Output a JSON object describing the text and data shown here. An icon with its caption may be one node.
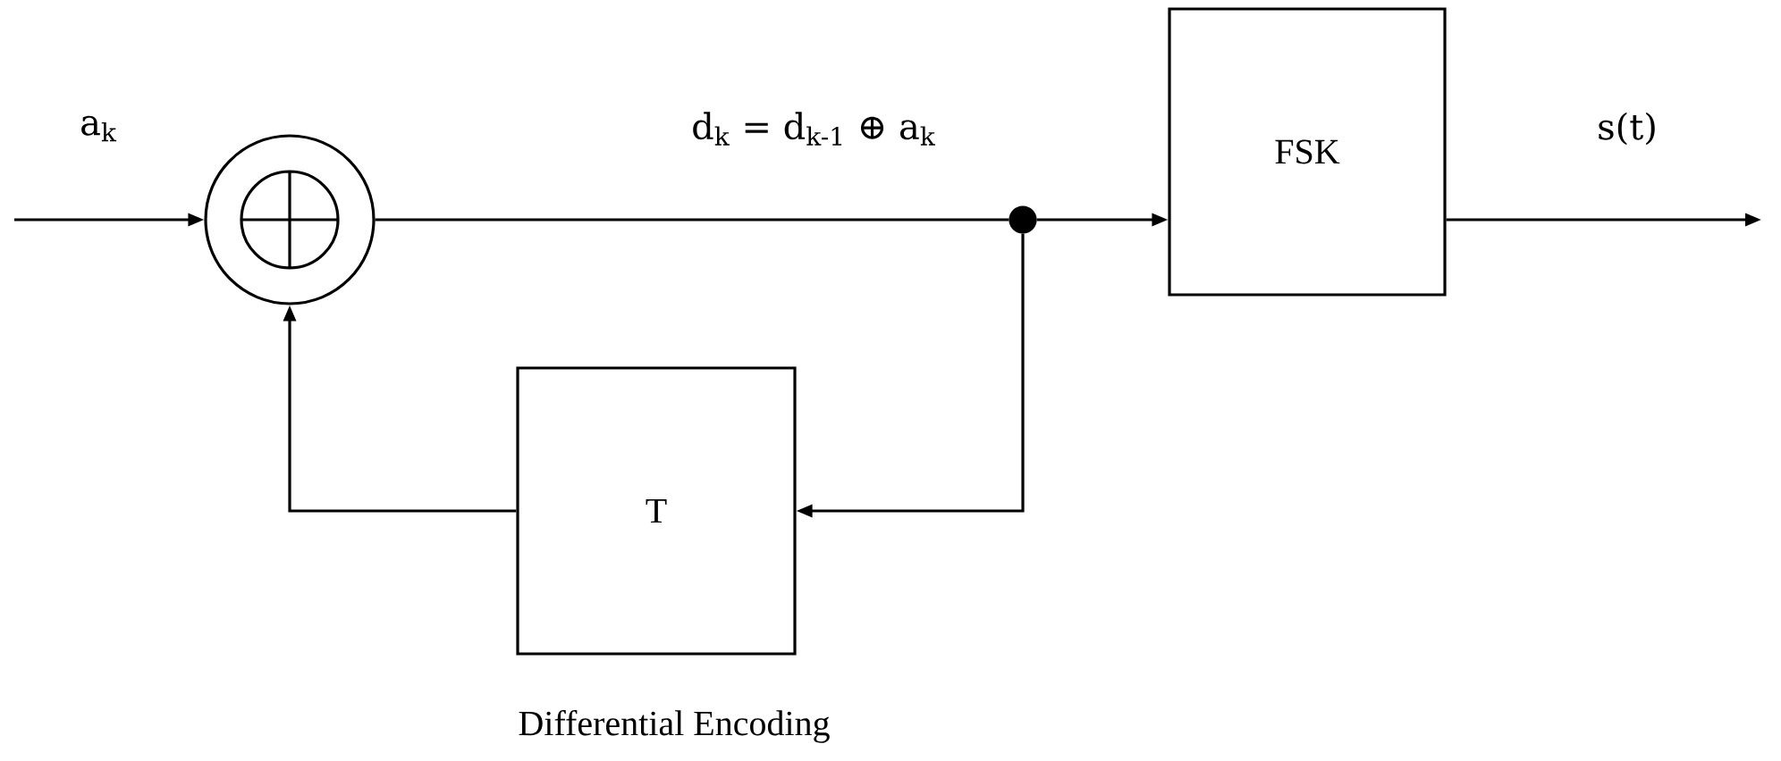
{
  "diagram": {
    "nodes": [
      {
        "text": [],
        "shape": "circle"
      },
      {
        "text": [],
        "shape": "circle"
      },
      {
        "text": [
          "FSK"
        ]
      },
      {
        "text": [
          "T"
        ],
        "beside": [
          "Differential Encoding"
        ]
      }
    ],
    "edges": [
      {
        "from": null,
        "to": 0,
        "arrow": "to",
        "label": "a$_{k}$"
      },
      {
        "from": 0,
        "to": 1,
        "arrow": "none",
        "label": "d$_{k}$ = d$_{k-1}$ ⊕ a$_{k}$"
      },
      {
        "from": 1,
        "to": 2,
        "arrow": "to"
      },
      {
        "from": 2,
        "to": null,
        "arrow": "to",
        "label": "s(t)"
      },
      {
        "from": 1,
        "to": 3,
        "arrow": "to"
      },
      {
        "from": 3,
        "to": 0,
        "arrow": "to"
      }
    ]
  }
}
